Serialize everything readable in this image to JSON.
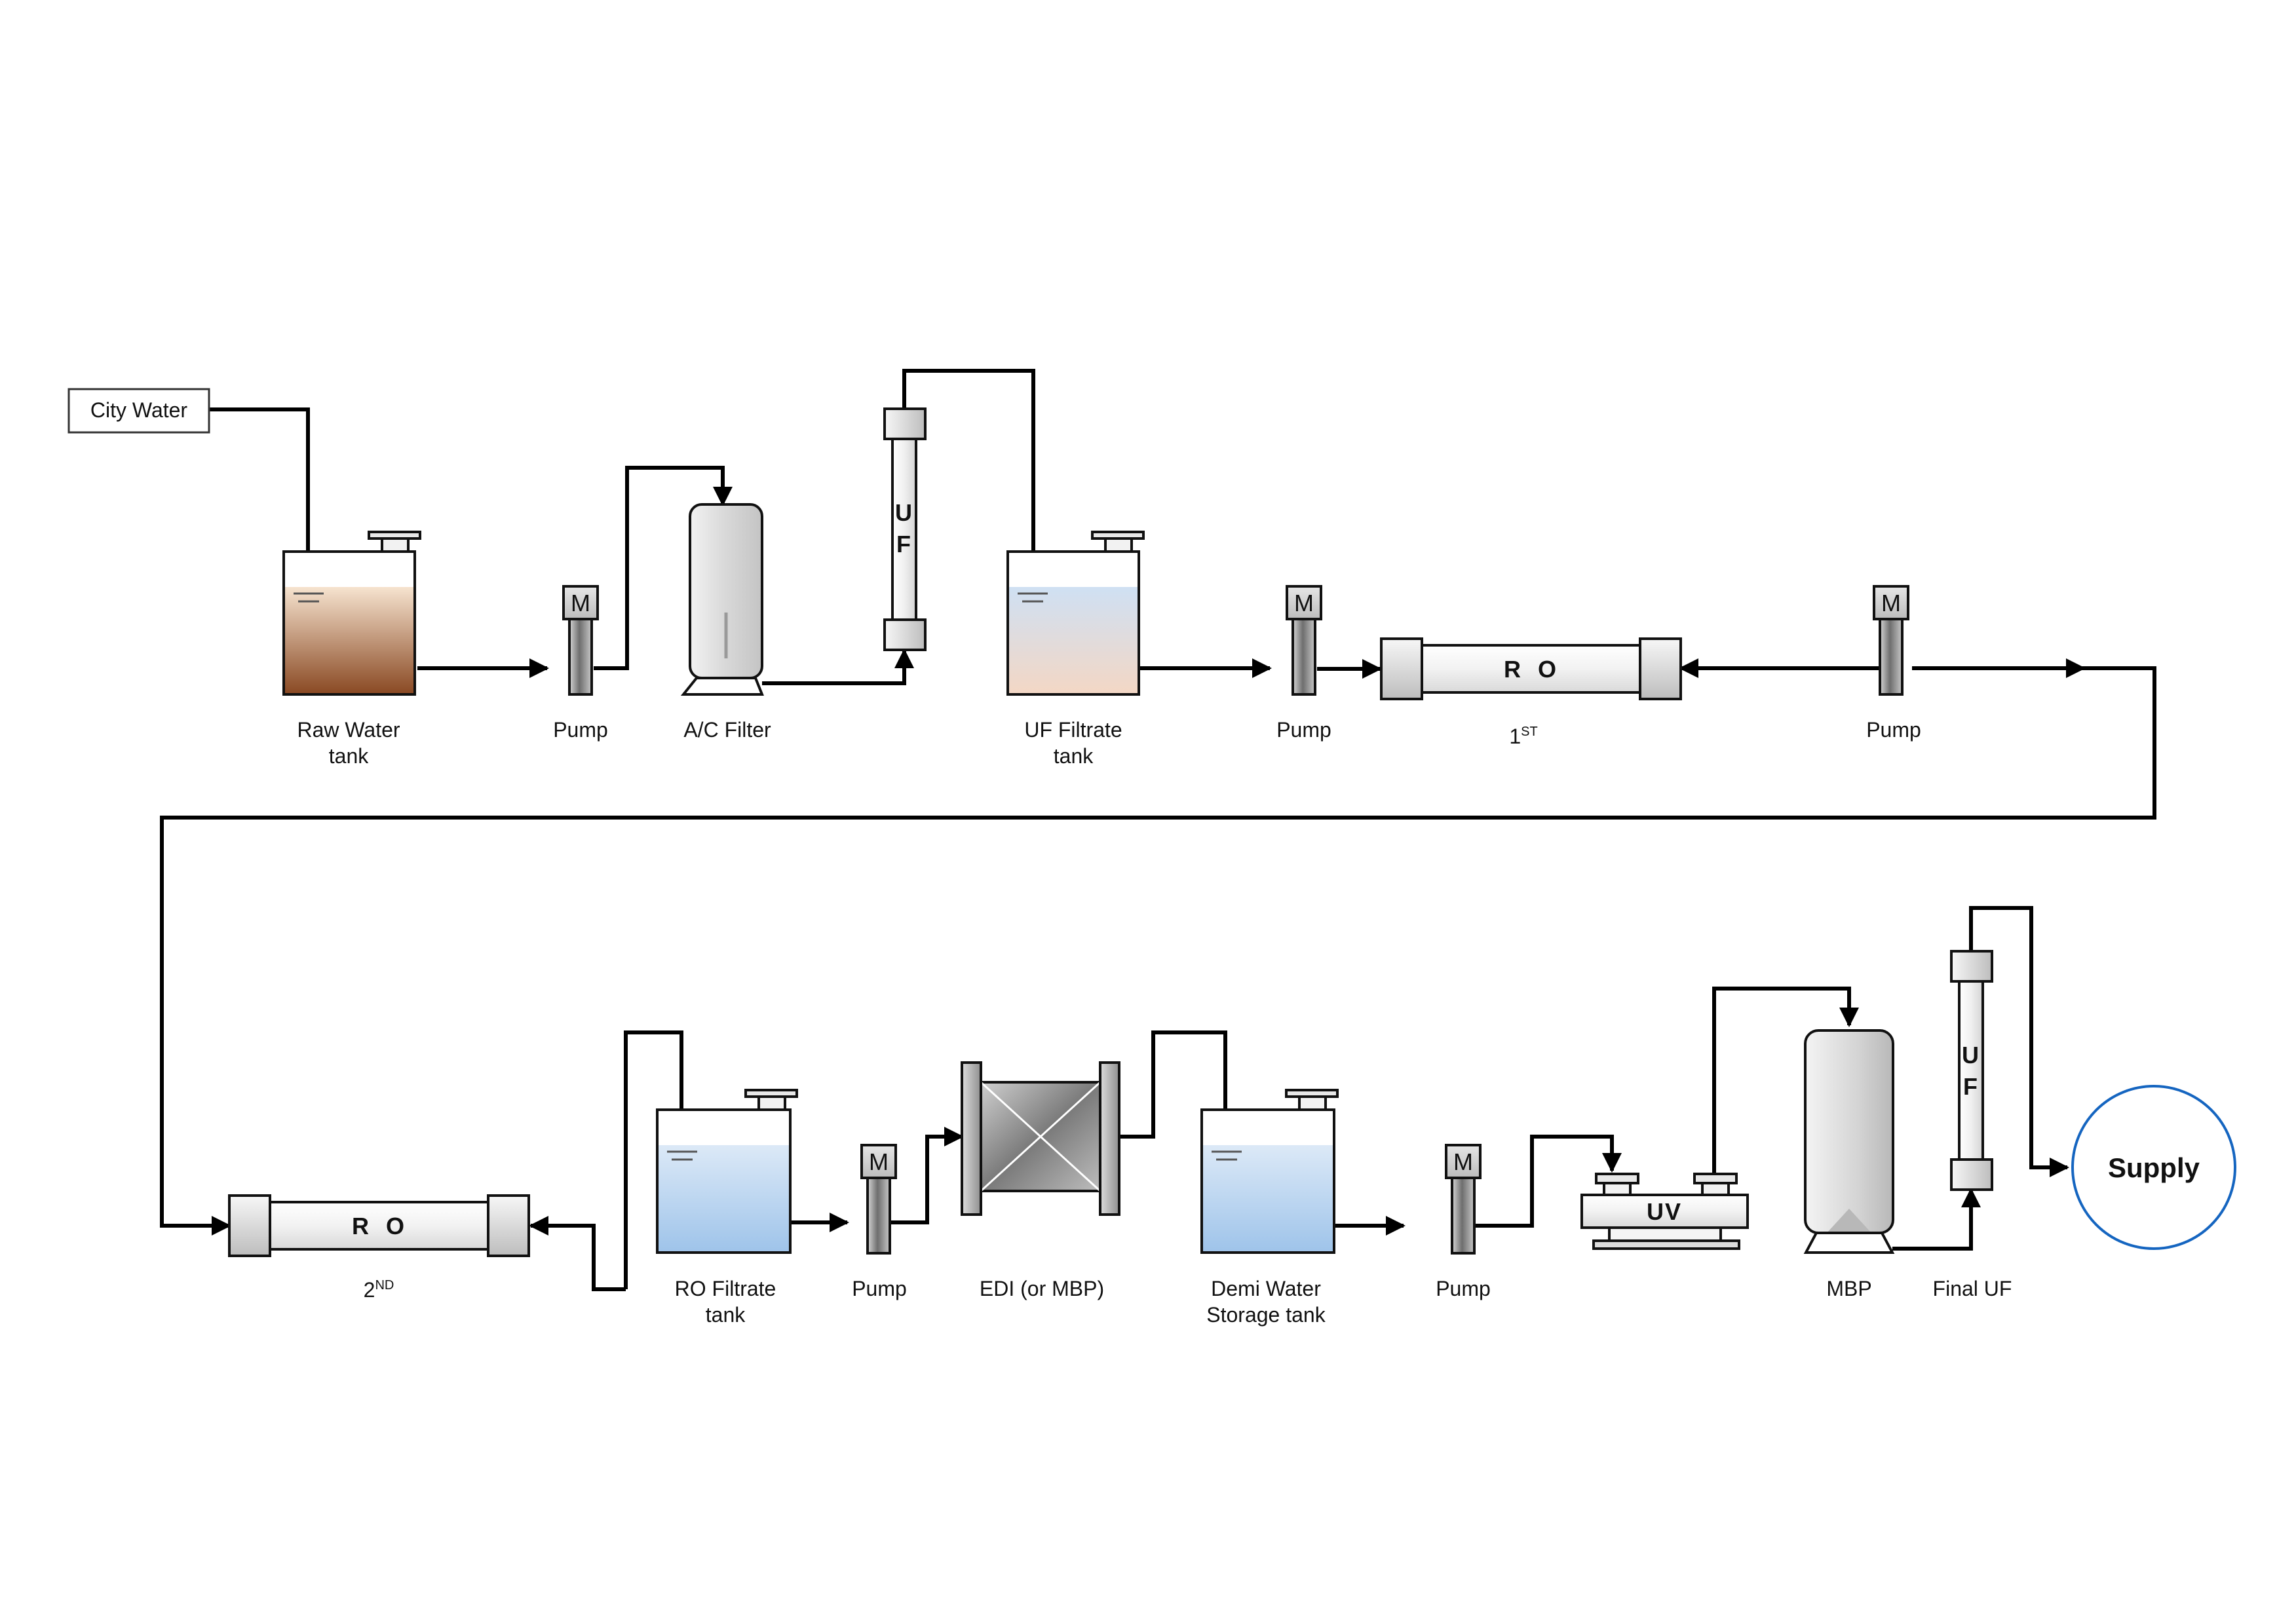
{
  "colors": {
    "line": "#000000",
    "raw_water_top": "#f6e3cf",
    "raw_water_bottom": "#8a4a24",
    "uf_water_top": "#cfe0f3",
    "uf_water_bottom": "#f3d7c5",
    "clean_water_top": "#dce9f7",
    "clean_water_bottom": "#9fc4ea",
    "supply_ring": "#1565c0",
    "equipment_light": "#f0f0f0",
    "equipment_dark": "#8a8a8a"
  },
  "source": {
    "label": "City Water"
  },
  "row1": {
    "raw_water_tank": {
      "line1": "Raw Water",
      "line2": "tank"
    },
    "pump1": {
      "motor": "M",
      "label": "Pump"
    },
    "ac_filter": {
      "label": "A/C Filter"
    },
    "uf1": {
      "letter1": "U",
      "letter2": "F"
    },
    "uf_filtrate_tank": {
      "line1": "UF Filtrate",
      "line2": "tank"
    },
    "pump2": {
      "motor": "M",
      "label": "Pump"
    },
    "ro1": {
      "text": "R  O",
      "label_num": "1",
      "label_sup": "ST"
    },
    "pump3": {
      "motor": "M",
      "label": "Pump"
    }
  },
  "row2": {
    "ro2": {
      "text": "R  O",
      "label_num": "2",
      "label_sup": "ND"
    },
    "ro_filtrate_tank": {
      "line1": "RO Filtrate",
      "line2": "tank"
    },
    "pump4": {
      "motor": "M",
      "label": "Pump"
    },
    "edi": {
      "label": "EDI (or MBP)"
    },
    "demi_tank": {
      "line1": "Demi Water",
      "line2": "Storage tank"
    },
    "pump5": {
      "motor": "M",
      "label": "Pump"
    },
    "uv": {
      "text": "UV"
    },
    "mbp": {
      "label": "MBP"
    },
    "final_uf": {
      "letter1": "U",
      "letter2": "F",
      "label": "Final UF"
    },
    "supply": {
      "text": "Supply"
    }
  }
}
